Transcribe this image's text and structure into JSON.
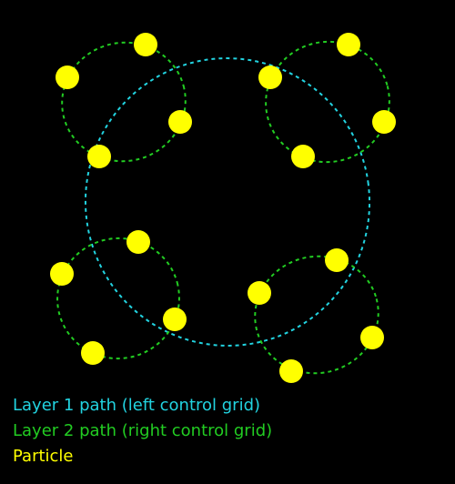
{
  "colors": {
    "background": "#000000",
    "layer1": "#22d3e0",
    "layer2": "#22cc22",
    "particle": "#ffff00"
  },
  "legend": {
    "layer1": "Layer 1 path (left control grid)",
    "layer2": "Layer 2 path (right control grid)",
    "particle": "Particle"
  }
}
